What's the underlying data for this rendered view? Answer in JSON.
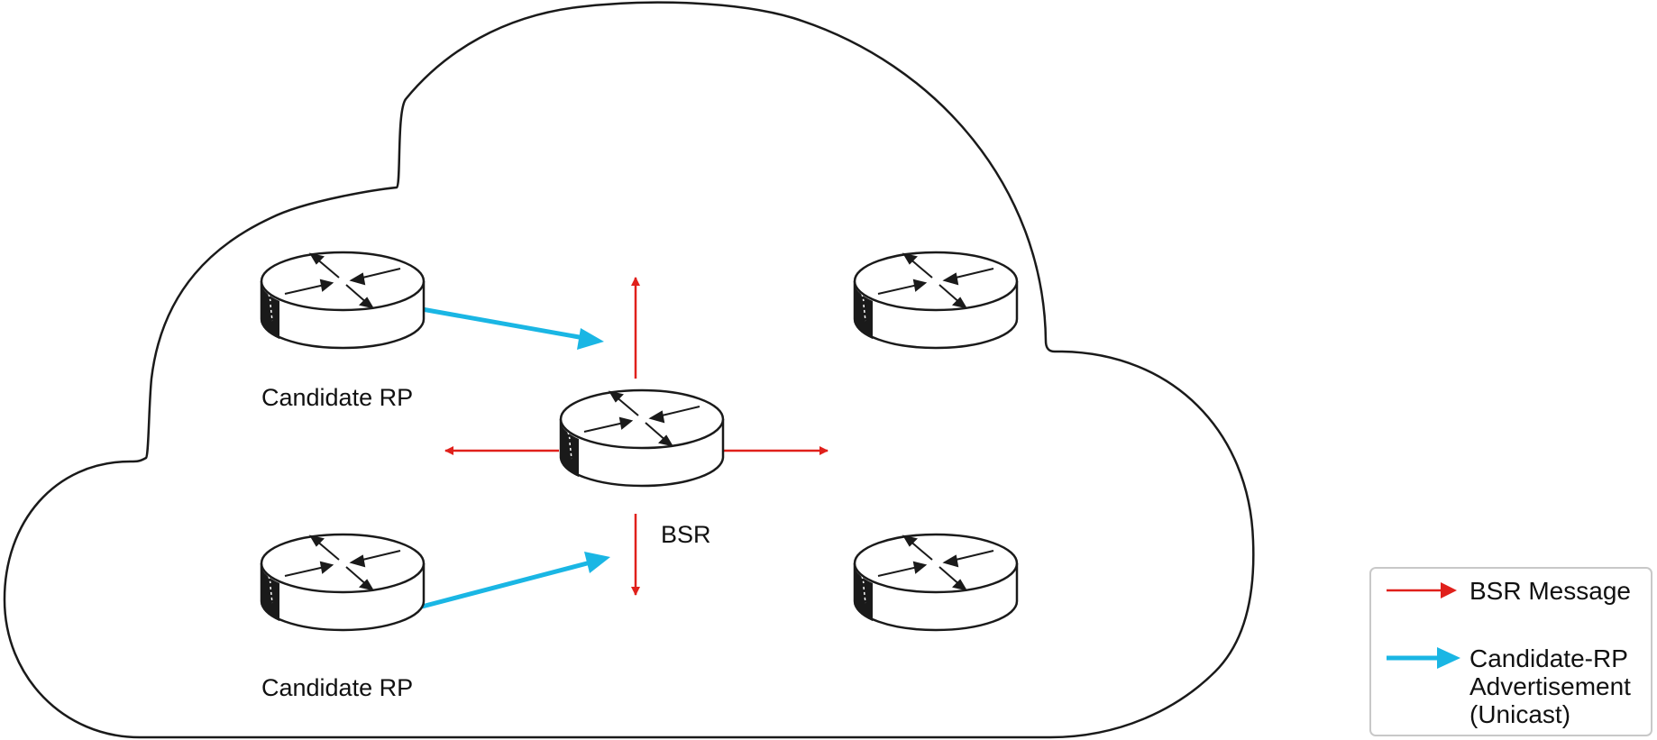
{
  "diagram": {
    "nodes": [
      {
        "id": "candidate-rp-top",
        "label": "Candidate RP"
      },
      {
        "id": "candidate-rp-bottom",
        "label": "Candidate RP"
      },
      {
        "id": "bsr",
        "label": "BSR"
      },
      {
        "id": "router-top-right",
        "label": ""
      },
      {
        "id": "router-bottom-right",
        "label": ""
      }
    ],
    "legend": {
      "bsr_message": "BSR Message",
      "candidate_rp_line1": "Candidate-RP",
      "candidate_rp_line2": "Advertisement",
      "candidate_rp_line3": "(Unicast)"
    },
    "colors": {
      "bsr_message": "#e0201b",
      "candidate_rp_advertisement": "#1ab6e4",
      "outline": "#1a1a1a"
    }
  }
}
